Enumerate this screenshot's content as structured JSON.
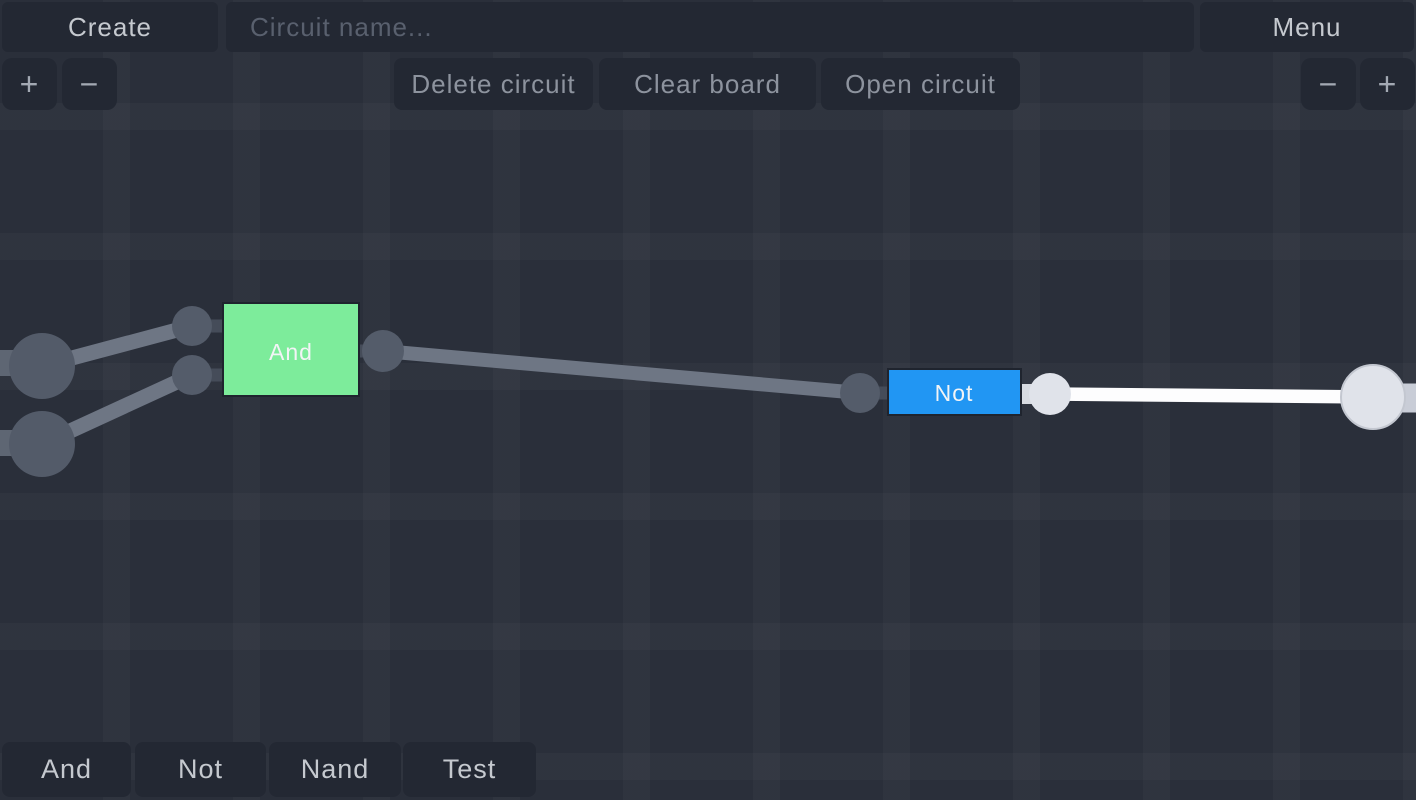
{
  "topbar": {
    "create_label": "Create",
    "circuit_name_placeholder": "Circuit name...",
    "circuit_name_value": "",
    "menu_label": "Menu"
  },
  "toolbar": {
    "zoom_in_label": "+",
    "zoom_out_label": "−",
    "delete_circuit_label": "Delete circuit",
    "clear_board_label": "Clear board",
    "open_circuit_label": "Open circuit"
  },
  "palette": {
    "items": [
      {
        "label": "And"
      },
      {
        "label": "Not"
      },
      {
        "label": "Nand"
      },
      {
        "label": "Test"
      }
    ]
  },
  "circuit": {
    "gates": [
      {
        "type": "and",
        "label": "And",
        "color": "#7dec9b"
      },
      {
        "type": "not",
        "label": "Not",
        "color": "#2196f3"
      }
    ],
    "colors": {
      "wire_off": "#6e7684",
      "wire_on": "#fdfdfe",
      "stub_off": "#5e6673",
      "connector_dark": "#454c59",
      "out_stub_on": "#d8dbe1",
      "edge_stub_on": "#c9cdd7",
      "node_off": "#545c6a",
      "node_on": "#e0e3ea",
      "terminal_off": "#535b69",
      "terminal_on": "#e0e3ea"
    }
  }
}
